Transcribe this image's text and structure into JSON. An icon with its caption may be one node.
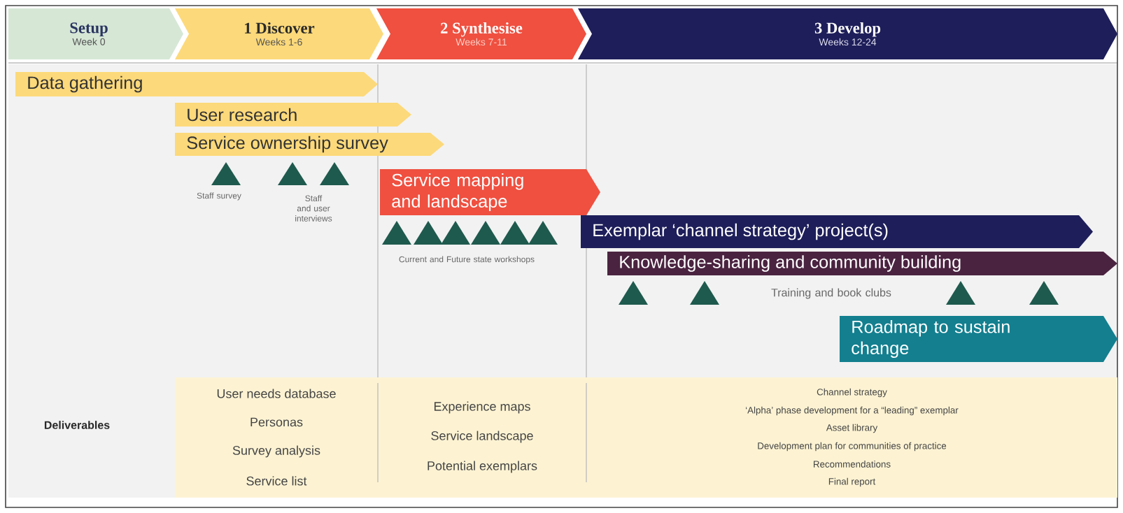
{
  "diagram": {
    "nodes": [
      {
        "text": [
          "Setup",
          "Week 0"
        ]
      },
      {
        "text": [
          "1 Discover",
          "Weeks 1-6"
        ]
      },
      {
        "text": [
          "2 Synthesise",
          "Weeks 7-11"
        ]
      },
      {
        "text": [
          "3 Develop",
          "Weeks 12-24"
        ]
      },
      {
        "text": [
          "Data gathering"
        ]
      },
      {
        "text": [
          "User research"
        ]
      },
      {
        "text": [
          "Service ownership survey"
        ]
      },
      {
        "text": [
          "Service mapping and landscape"
        ]
      },
      {
        "text": [
          "Exemplar ‘channel strategy’ project(s)"
        ]
      },
      {
        "text": [
          "Knowledge-sharing and community building"
        ]
      },
      {
        "text": [
          "Roadmap to sustain change"
        ]
      },
      {
        "text": [
          "User needs database",
          "Personas",
          "Survey analysis",
          "Service list"
        ]
      },
      {
        "text": [
          "Experience maps",
          "Service landscape",
          "Potential exemplars"
        ]
      },
      {
        "text": [
          "Channel strategy",
          "‘Alpha’ phase development for a “leading” exemplar",
          "Asset library",
          "Development plan for communities of practice",
          "Recommendations",
          "Final report"
        ]
      }
    ],
    "edges": [],
    "labels": [
      "Staff survey",
      "Staff and user interviews",
      "Current and Future state workshops",
      "Training and book clubs",
      "Deliverables"
    ]
  }
}
